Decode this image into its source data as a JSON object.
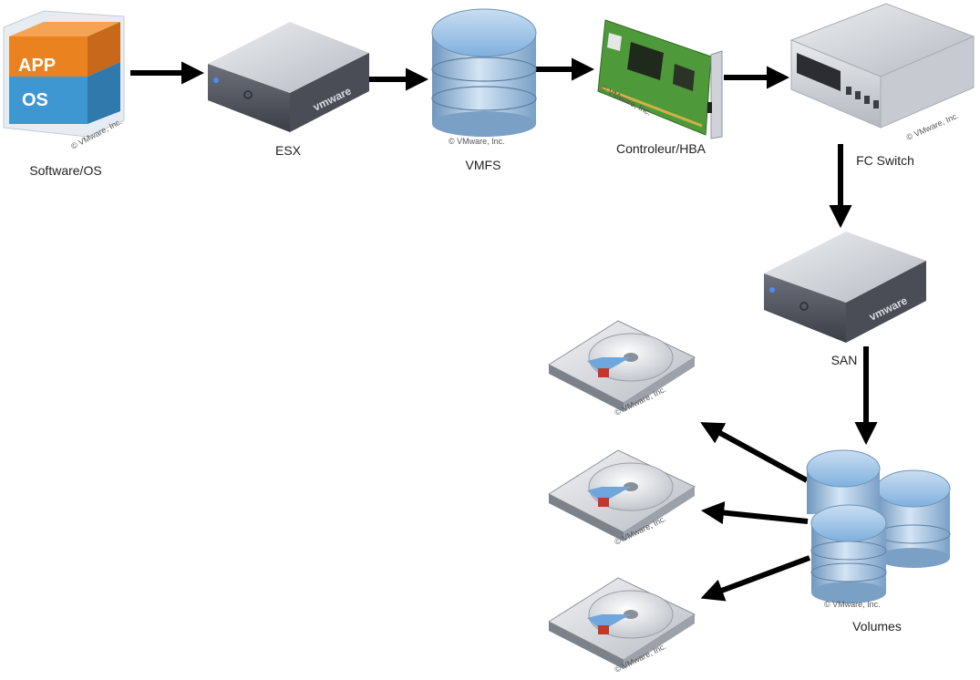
{
  "labels": {
    "software_os": "Software/OS",
    "esx": "ESX",
    "vmfs": "VMFS",
    "hba": "Controleur/HBA",
    "fc_switch": "FC Switch",
    "san": "SAN",
    "volumes": "Volumes"
  },
  "copyright": "© VMware, Inc.",
  "app_text": "APP",
  "os_text": "OS",
  "vmware_logo": "vmware",
  "colors": {
    "arrow": "#000000",
    "app_orange": "#e9821f",
    "os_blue": "#3f97d2",
    "database_blue": "#8bb7e0",
    "server_gray": "#5a5d66",
    "pcb_green": "#4e9a3a"
  },
  "icons": {
    "software_os": "app-os-cube-icon",
    "esx": "server-icon",
    "vmfs": "database-icon",
    "hba": "hba-card-icon",
    "fc_switch": "network-switch-icon",
    "san": "server-icon",
    "volumes": "database-cluster-icon",
    "disks": "hard-disk-icon"
  }
}
